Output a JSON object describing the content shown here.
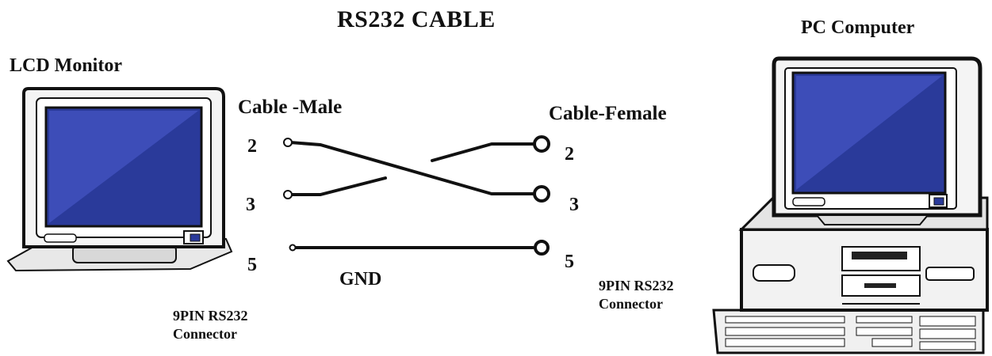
{
  "title": "RS232 CABLE",
  "left_device": {
    "label": "LCD Monitor",
    "connector_label": "9PIN RS232 Connector",
    "cable_end_label": "Cable -Male",
    "pins": [
      "2",
      "3",
      "5"
    ]
  },
  "right_device": {
    "label": "PC Computer",
    "connector_label": "9PIN RS232 Connector",
    "cable_end_label": "Cable-Female",
    "pins": [
      "2",
      "3",
      "5"
    ]
  },
  "ground_label": "GND",
  "wiring": [
    {
      "from": "2",
      "to": "3"
    },
    {
      "from": "3",
      "to": "2"
    },
    {
      "from": "5",
      "to": "5"
    }
  ],
  "colors": {
    "screen": "#2a3a9a",
    "screen_light": "#3d4db8",
    "outline": "#111111",
    "line": "#111111"
  }
}
